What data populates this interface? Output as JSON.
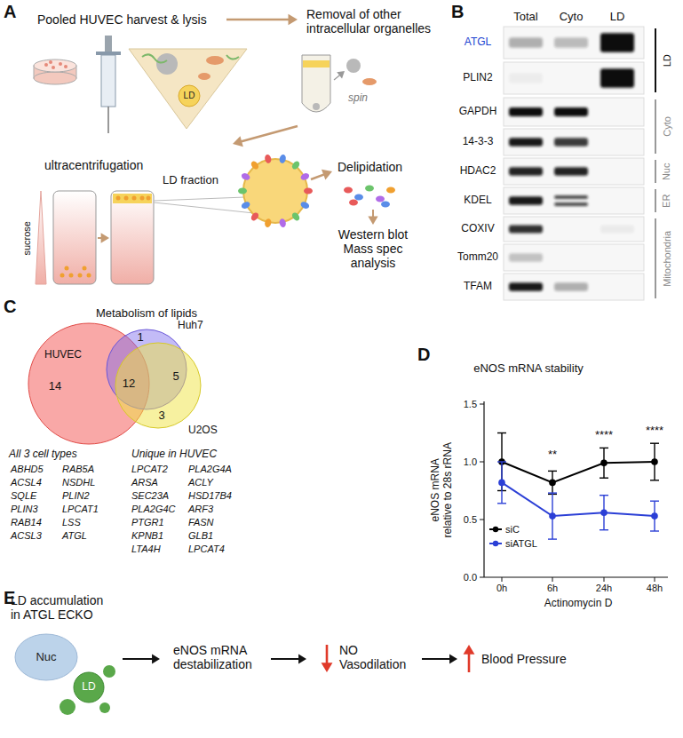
{
  "diagram": {
    "nodes": [
      {
        "text": [
          "LD"
        ]
      },
      {
        "text": [
          "Nuc"
        ]
      },
      {
        "text": [
          "LD"
        ]
      }
    ],
    "labels": [
      "A",
      "Pooled HUVEC harvest & lysis",
      "Removal of other intracellular organelles",
      "spin",
      "ultracentrifugation",
      "LD fraction",
      "sucrose",
      "Delipidation",
      "Western blot Mass spec analysis",
      "B",
      "Total",
      "Cyto",
      "LD",
      "ATGL",
      "PLIN2",
      "GAPDH",
      "14-3-3",
      "HDAC2",
      "KDEL",
      "COXIV",
      "Tomm20",
      "TFAM",
      "LD",
      "Cyto",
      "Nuc",
      "ER",
      "Mitochondria",
      "C",
      "Metabolism of lipids",
      "HUVEC",
      "Huh7",
      "U2OS",
      "14",
      "12",
      "1",
      "5",
      "3",
      "All 3 cell types",
      "ABHD5",
      "ACSL4",
      "SQLE",
      "PLIN3",
      "RAB14",
      "ACSL3",
      "RAB5A",
      "NSDHL",
      "PLIN2",
      "LPCAT1",
      "LSS",
      "ATGL",
      "Unique in HUVEC",
      "LPCAT2",
      "ARSA",
      "SEC23A",
      "PLA2G4C",
      "PTGR1",
      "KPNB1",
      "LTA4H",
      "PLA2G4A",
      "ACLY",
      "HSD17B4",
      "ARF3",
      "FASN",
      "GLB1",
      "LPCAT4",
      "D",
      "eNOS mRNA stability",
      "eNOS mRNA relative to 28s rRNA",
      "0.0",
      "0.5",
      "1.0",
      "1.5",
      "0h",
      "6h",
      "24h",
      "48h",
      "Actinomycin D",
      "**",
      "****",
      "****",
      "E",
      "LD accumulation in ATGL ECKO",
      "eNOS mRNA destabilization",
      "NO Vasodilation",
      "Blood Pressure"
    ],
    "legend": [
      {
        "text": "siC"
      },
      {
        "text": "siATGL"
      }
    ]
  }
}
